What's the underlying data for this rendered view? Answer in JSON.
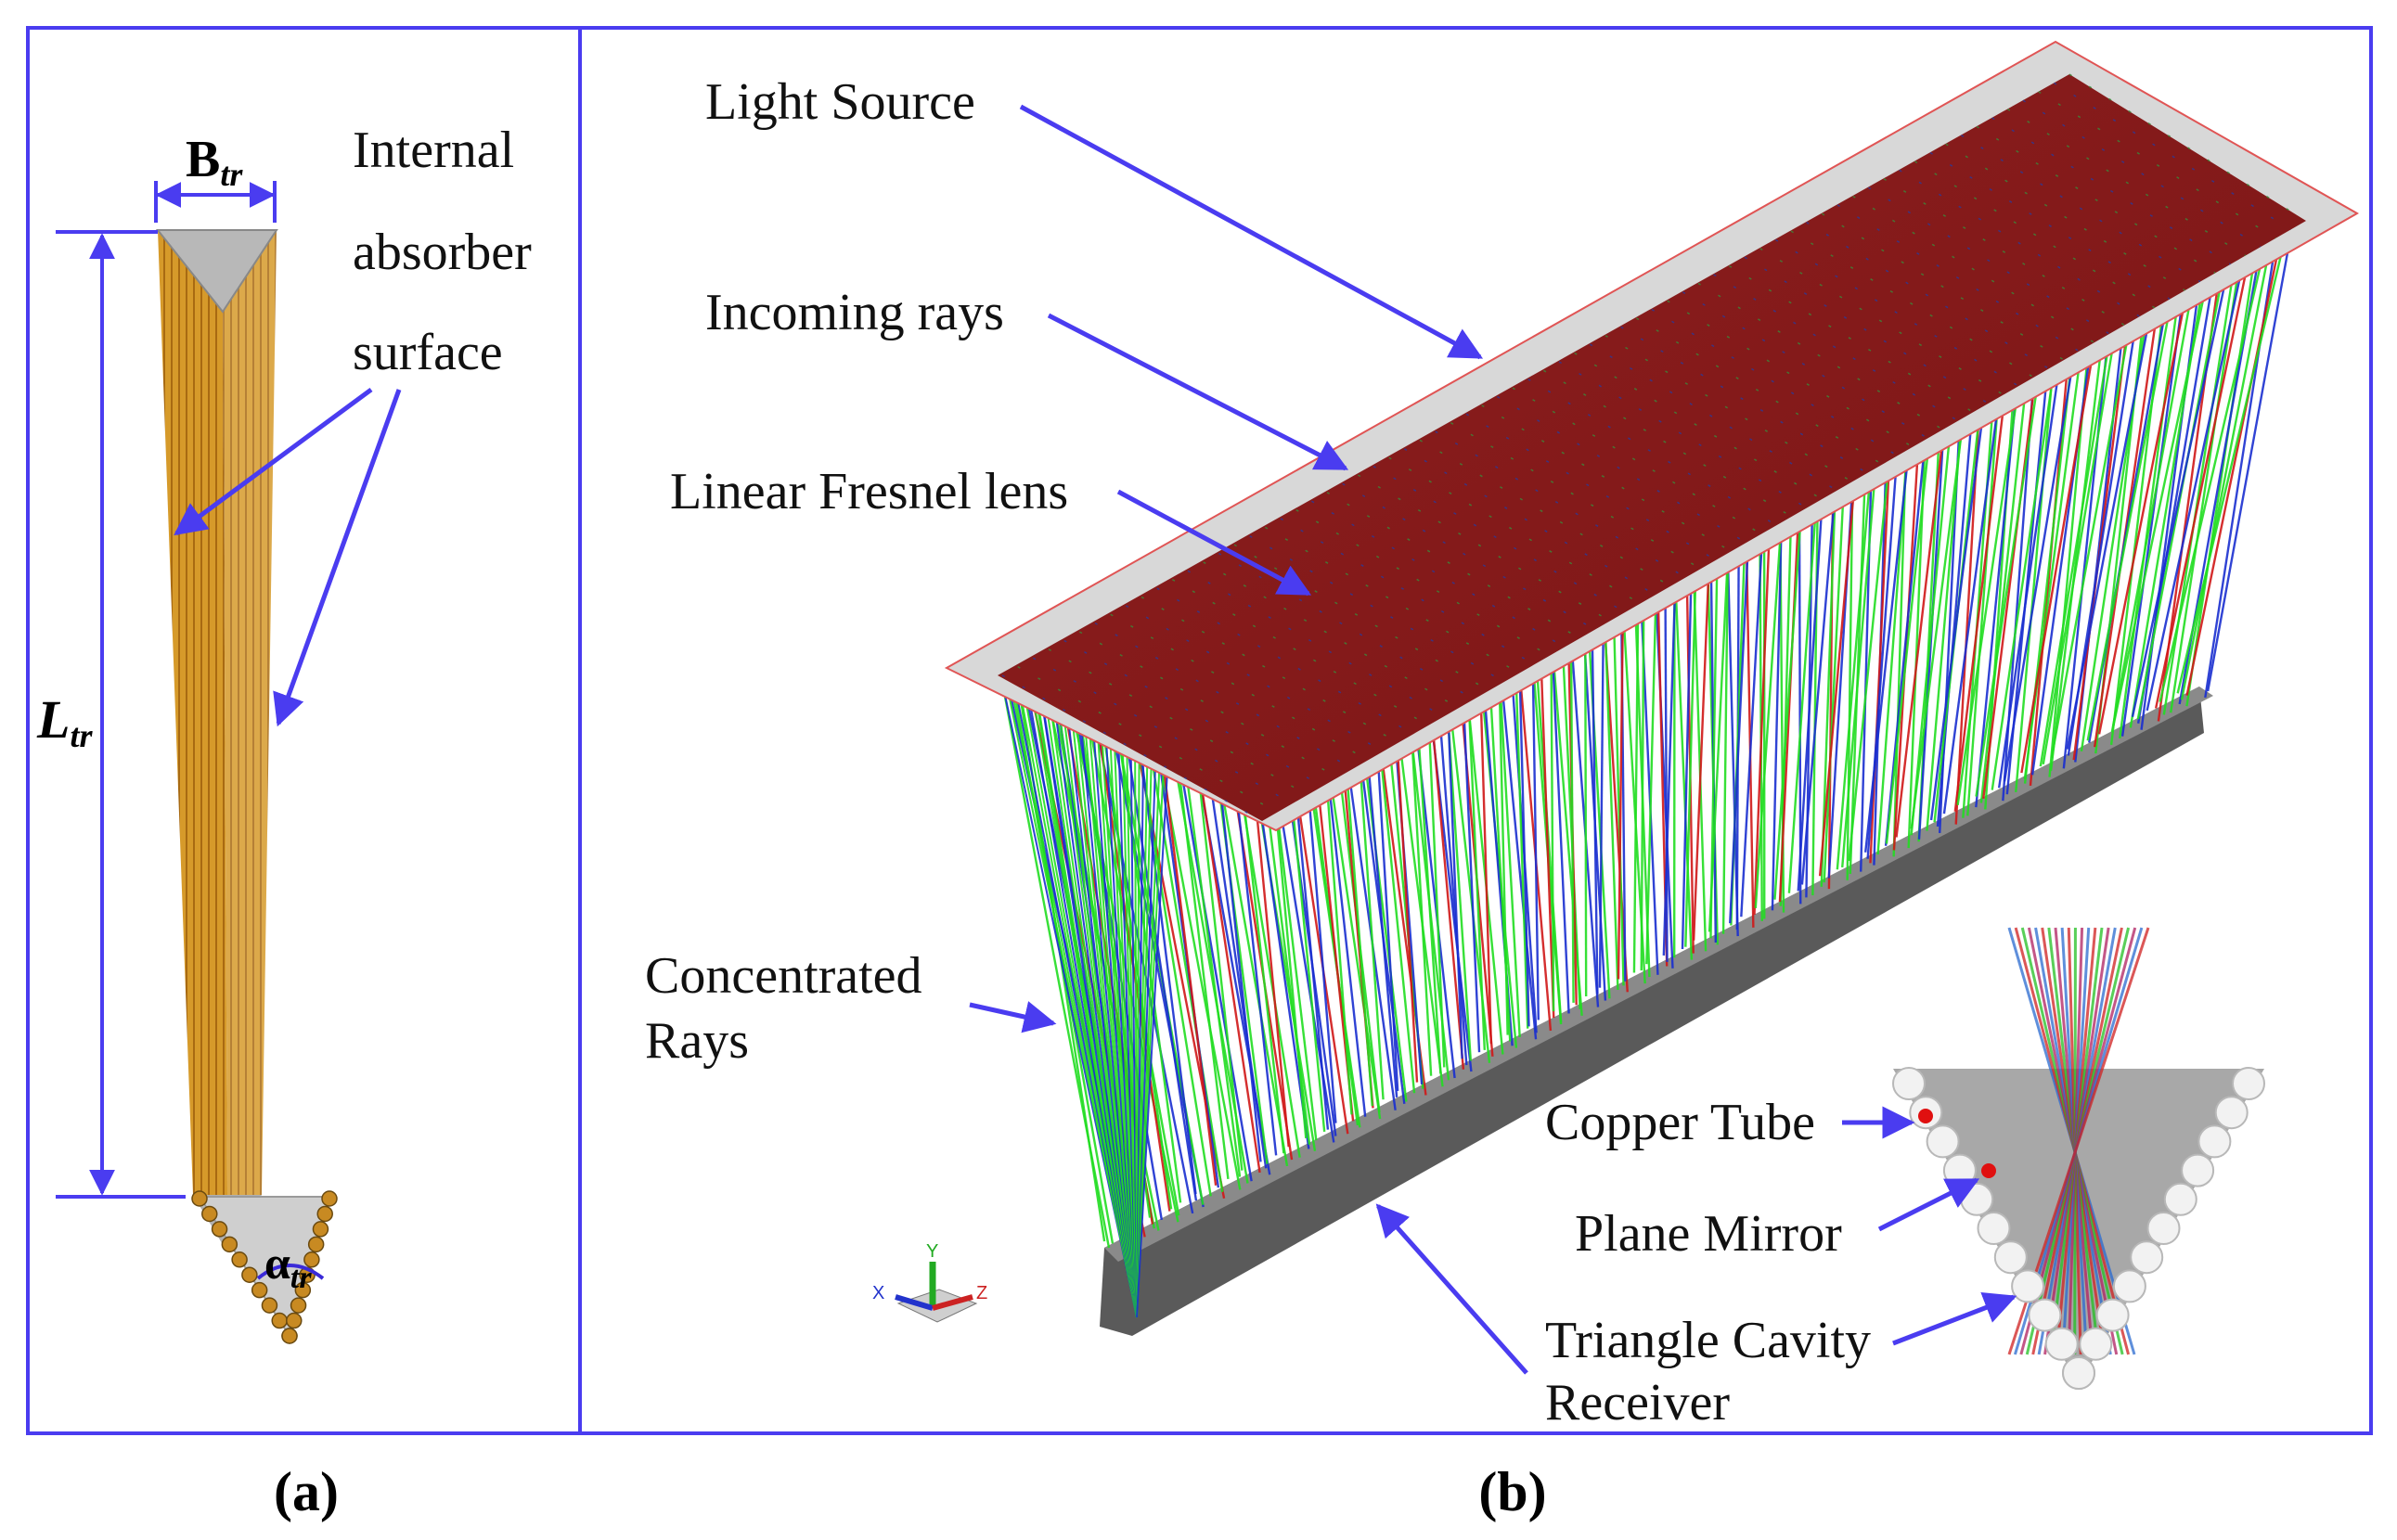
{
  "panel_a": {
    "caption": "(a)",
    "width_label": "B",
    "width_sub": "tr",
    "length_label": "L",
    "length_sub": "tr",
    "angle_label": "α",
    "angle_sub": "tr",
    "absorber_label": [
      "Internal",
      "absorber",
      "surface"
    ]
  },
  "panel_b": {
    "caption": "(b)",
    "labels": {
      "light_source": "Light Source",
      "incoming_rays": "Incoming rays",
      "fresnel_lens": "Linear Fresnel lens",
      "concentrated_rays": [
        "Concentrated",
        "Rays"
      ],
      "copper_tube": "Copper Tube",
      "plane_mirror": "Plane Mirror",
      "receiver": [
        "Triangle Cavity",
        "Receiver"
      ]
    },
    "axes": {
      "x": "X",
      "y": "Y",
      "z": "Z"
    }
  },
  "colors": {
    "frame": "#4a3cf0",
    "arrow": "#4a3cf0",
    "lens": "#8b1a1a",
    "ray_green": "#22dd22",
    "ray_blue": "#1a2fd0",
    "ray_red": "#d01818",
    "absorber": "#d89a28",
    "receiver_gray": "#9a9a9a"
  }
}
